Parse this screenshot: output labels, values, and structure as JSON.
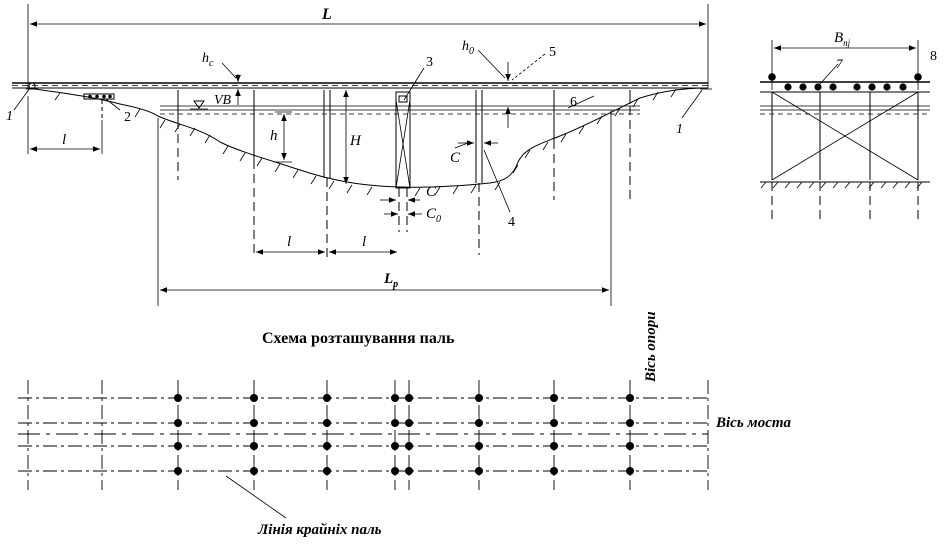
{
  "labels": {
    "L": "L",
    "hc_main": "h",
    "hc_sub": "c",
    "h0_main": "h",
    "h0_sub": "0",
    "n1_left": "1",
    "n1_right": "1",
    "n2": "2",
    "n3": "3",
    "n4": "4",
    "n5": "5",
    "n6": "6",
    "n7": "7",
    "n8": "8",
    "VB": "VB",
    "h": "h",
    "H": "H",
    "l_left": "l",
    "l_mid1": "l",
    "l_mid2": "l",
    "C_right": "C",
    "C_bottom": "C",
    "C0_main": "C",
    "C0_sub": "0",
    "Lp_main": "L",
    "Lp_sub": "p",
    "Bnj_main": "B",
    "Bnj_sub": "пј"
  },
  "captions": {
    "plan_title": "Схема розташування паль",
    "pier_axis": "Вісь опори",
    "bridge_axis": "Вісь моста",
    "edge_piles": "Лінія крайніх паль"
  },
  "colors": {
    "ink": "#000000",
    "background": "#ffffff"
  }
}
